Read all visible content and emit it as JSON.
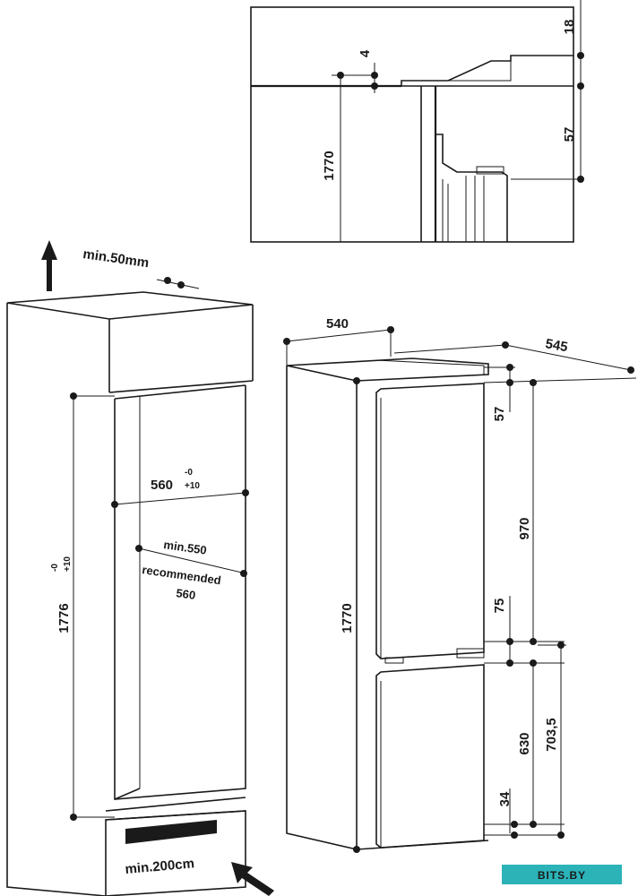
{
  "top_detail": {
    "dim_18": "18",
    "dim_4": "4",
    "dim_1770": "1770",
    "dim_57": "57"
  },
  "niche": {
    "min_top_gap": "min.50mm",
    "width_label": "560",
    "width_tol_minus": "-0",
    "width_tol_plus": "+10",
    "depth_min": "min.550",
    "depth_recommended": "recommended",
    "depth_recommended_value": "560",
    "height_label": "1776",
    "height_tol_minus": "-0",
    "height_tol_plus": "+10",
    "min_bottom_vent": "min.200cm"
  },
  "appliance": {
    "width": "540",
    "depth": "545",
    "height": "1770",
    "top_gap": "57",
    "upper_door": "970",
    "door_gap": "75",
    "lower_door": "630",
    "lower_total": "703,5",
    "bottom_gap": "34"
  },
  "watermark": {
    "text": "BITS.BY",
    "color": "#2bb3b8"
  }
}
